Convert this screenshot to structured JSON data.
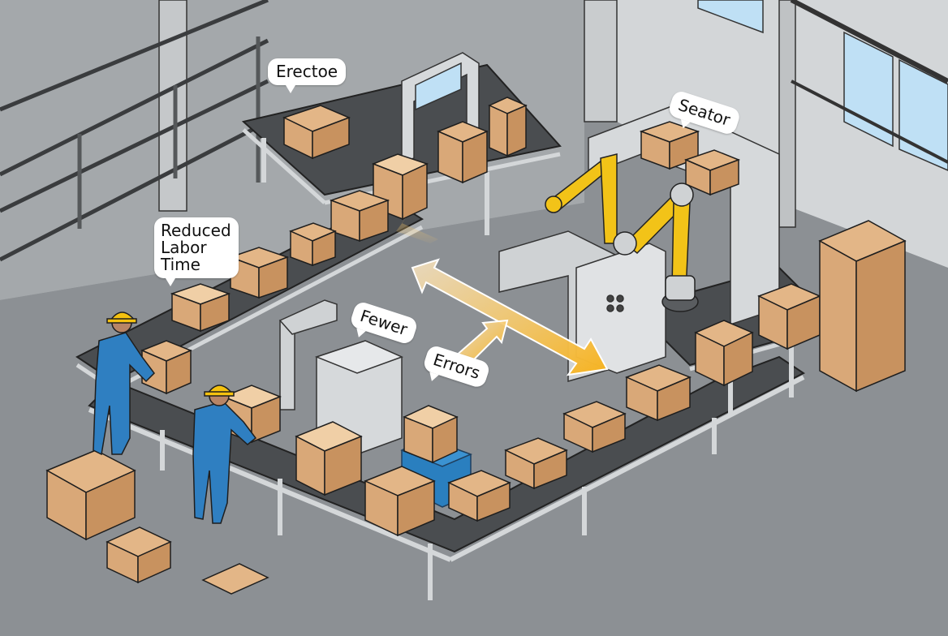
{
  "scene": {
    "description": "Isometric illustration of an automated warehouse packing line with conveyors, box erector, robotic sealer and workers",
    "colors": {
      "floor": "#8c9094",
      "wall": "#c9ccce",
      "wall_shadow": "#a7abae",
      "window_glass": "#bfe0f5",
      "conveyor_belt": "#4a4d50",
      "conveyor_frame": "#d4d7d9",
      "box": "#d9a878",
      "box_side": "#c8925f",
      "tape": "#f2f0ea",
      "robot_arm": "#f2c318",
      "machine": "#d6d9db",
      "worker_suit": "#2f7fc1",
      "hard_hat": "#f5c20f",
      "blue_machine": "#2a7fbf",
      "arrow": "#f5b52a",
      "outline": "#1e1e1e"
    }
  },
  "callouts": {
    "erector": "Erectoe",
    "sealer": "Seator",
    "labor_line1": "Reduced",
    "labor_line2": "Labor",
    "labor_line3": "Time",
    "fewer": "Fewer",
    "errors": "Errors"
  }
}
